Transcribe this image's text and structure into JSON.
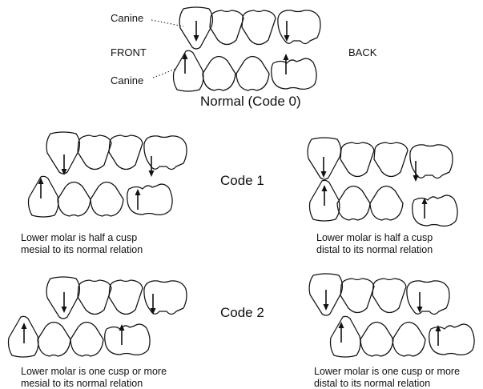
{
  "normal": {
    "canine_upper": "Canine",
    "canine_lower": "Canine",
    "front": "FRONT",
    "back": "BACK",
    "title": "Normal (Code 0)"
  },
  "code1": {
    "label": "Code 1",
    "mesial_line1": "Lower molar is half a cusp",
    "mesial_line2": "mesial to its normal relation",
    "distal_line1": "Lower molar is half a cusp",
    "distal_line2": "distal to its normal relation"
  },
  "code2": {
    "label": "Code 2",
    "mesial_line1": "Lower molar is one cusp or more",
    "mesial_line2": "mesial to its normal relation",
    "distal_line1": "Lower molar is one cusp or more",
    "distal_line2": "distal to its normal relation"
  }
}
